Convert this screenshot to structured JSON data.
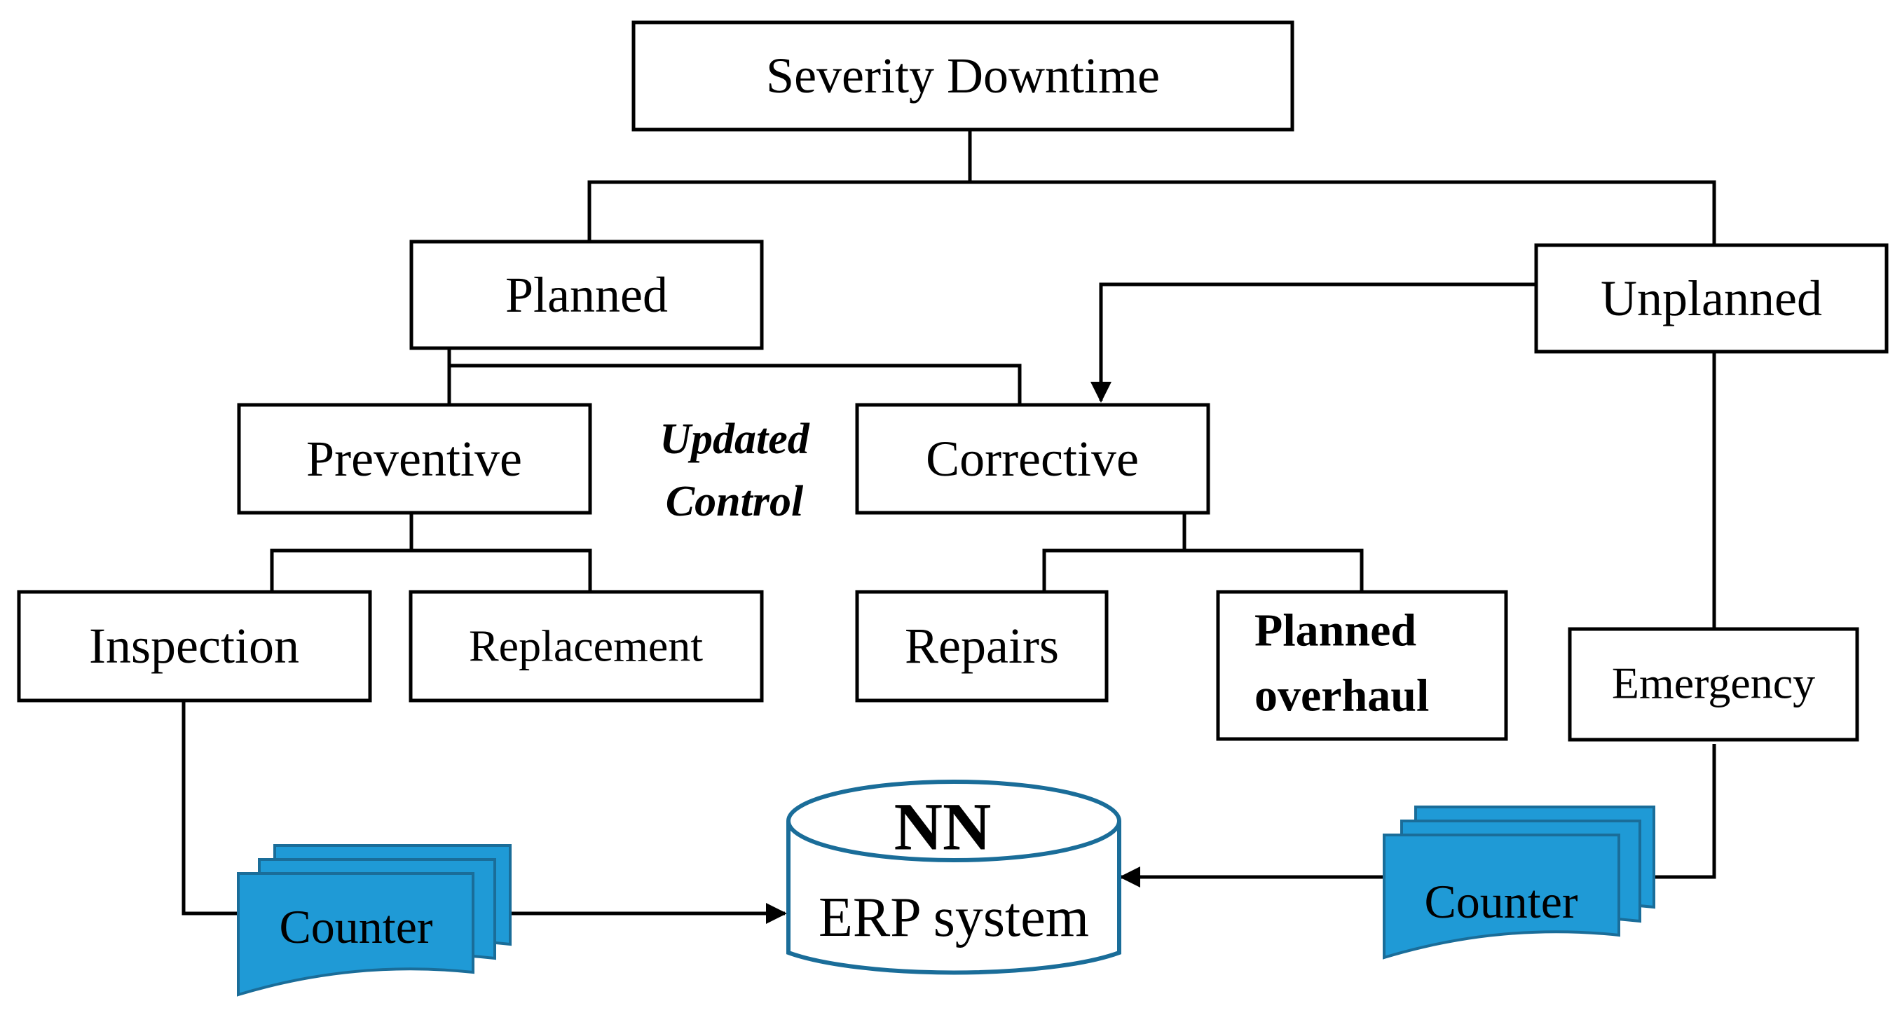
{
  "colors": {
    "counter_fill": "#1f9ad6",
    "counter_stroke": "#1a6d99",
    "cylinder_stroke": "#1a6d99",
    "line": "#000000"
  },
  "nodes": {
    "severity_downtime": "Severity Downtime",
    "planned": "Planned",
    "unplanned": "Unplanned",
    "preventive": "Preventive",
    "corrective": "Corrective",
    "inspection": "Inspection",
    "replacement": "Replacement",
    "repairs": "Repairs",
    "planned_overhaul_line1": "Planned",
    "planned_overhaul_line2": "overhaul",
    "emergency": "Emergency"
  },
  "annotation": {
    "line1": "Updated",
    "line2": "Control"
  },
  "database": {
    "title": "NN",
    "label": "ERP system"
  },
  "counters": {
    "left": "Counter",
    "right": "Counter"
  },
  "icons": [
    "document-stack-icon",
    "database-cylinder-icon",
    "arrow-head-icon"
  ]
}
